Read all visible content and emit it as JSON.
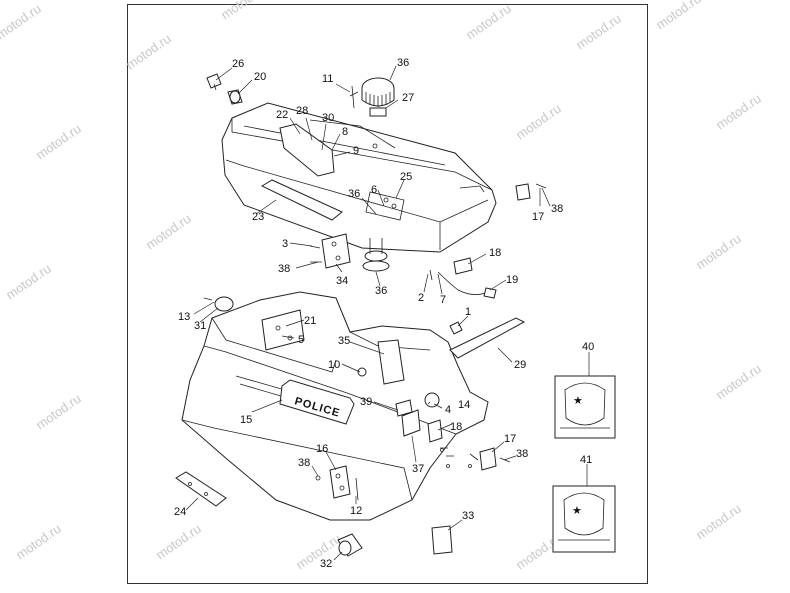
{
  "watermark": "motod.ru",
  "police_text": "POLICE",
  "callouts": {
    "c1": "1",
    "c2": "2",
    "c3": "3",
    "c4": "4",
    "c5": "5",
    "c6": "6",
    "c7": "7",
    "c8": "8",
    "c9": "9",
    "c10": "10",
    "c11": "11",
    "c12": "12",
    "c13": "13",
    "c14": "14",
    "c15": "15",
    "c16": "16",
    "c17a": "17",
    "c17b": "17",
    "c18a": "18",
    "c18b": "18",
    "c19": "19",
    "c20": "20",
    "c21": "21",
    "c22": "22",
    "c23": "23",
    "c24": "24",
    "c25": "25",
    "c26": "26",
    "c27": "27",
    "c28": "28",
    "c29": "29",
    "c30": "30",
    "c31": "31",
    "c32": "32",
    "c33": "33",
    "c34": "34",
    "c35": "35",
    "c36a": "36",
    "c36b": "36",
    "c36c": "36",
    "c37": "37",
    "c38a": "38",
    "c38b": "38",
    "c38c": "38",
    "c38d": "38",
    "c39": "39",
    "c40": "40",
    "c41": "41"
  }
}
